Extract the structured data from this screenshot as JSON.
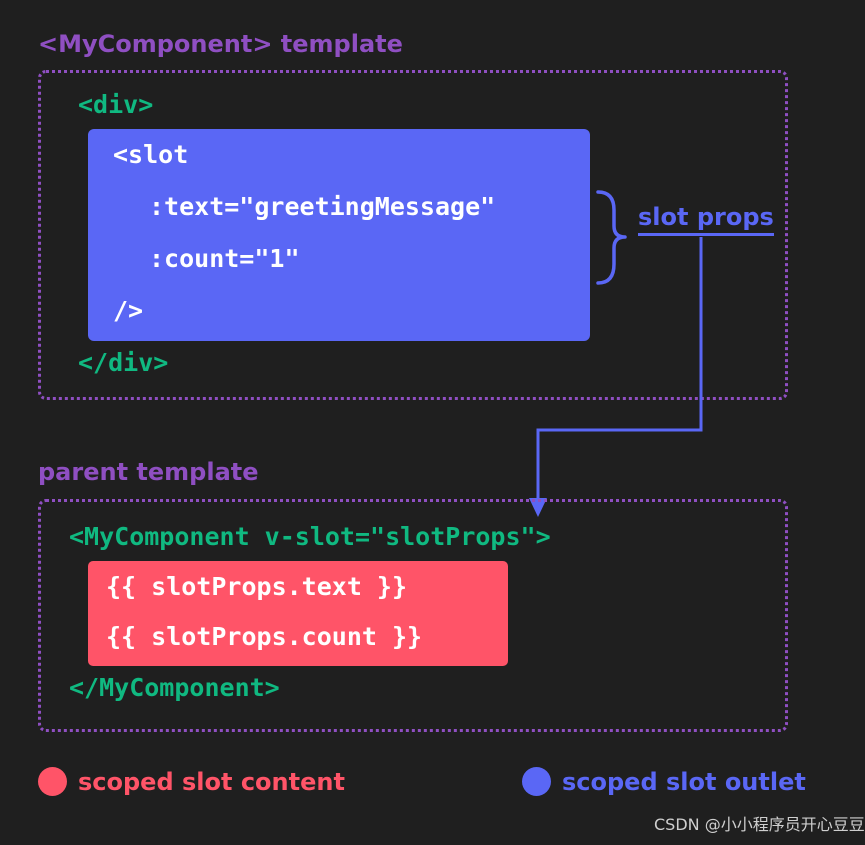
{
  "component_template": {
    "title": "<MyComponent> template",
    "open_div": "<div>",
    "slot_open": "<slot",
    "text_prop": ":text=\"greetingMessage\"",
    "count_prop": ":count=\"1\"",
    "slot_close": "/>",
    "close_div": "</div>"
  },
  "annotation": {
    "label": "slot props"
  },
  "parent_template": {
    "title": "parent template",
    "open_tag": "<MyComponent v-slot=\"slotProps\">",
    "text_line": "{{ slotProps.text }}",
    "count_line": "{{ slotProps.count }}",
    "close_tag": "</MyComponent>"
  },
  "legend": {
    "content_label": "scoped slot content",
    "outlet_label": "scoped slot outlet"
  },
  "watermark": "CSDN @小小程序员开心豆豆豆豆",
  "colors": {
    "background": "#1f1f1f",
    "section_title": "#8f4fc2",
    "code_green": "#10b981",
    "slot_outlet": "#5a67f5",
    "slot_content": "#ff5468"
  }
}
